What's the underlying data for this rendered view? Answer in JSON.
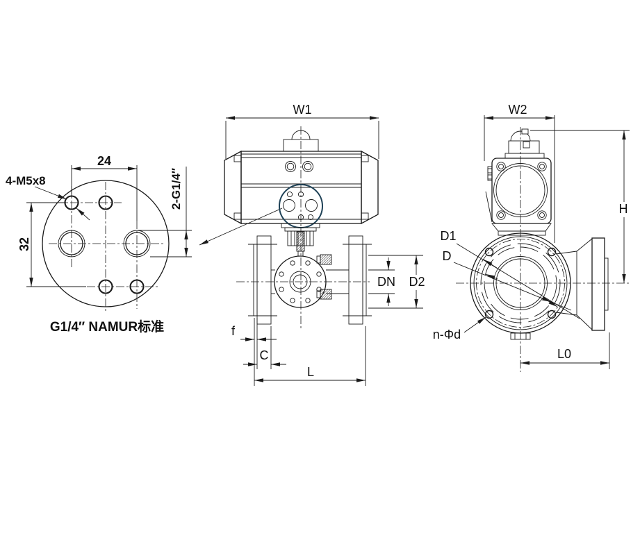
{
  "drawing": {
    "detail_view": {
      "dim_24": "24",
      "dim_32": "32",
      "label_m5": "4-M5x8",
      "label_g14": "2-G1/4″",
      "caption": "G1/4″ NAMUR标准"
    },
    "front_view": {
      "dim_w1": "W1",
      "dim_dn": "DN",
      "dim_d2": "D2",
      "dim_f": "f",
      "dim_c": "C",
      "dim_l": "L"
    },
    "side_view": {
      "dim_w2": "W2",
      "dim_h": "H",
      "dim_d1": "D1",
      "dim_d": "D",
      "label_n_phi_d": "n-Φd",
      "dim_l0": "L0"
    },
    "colors": {
      "line": "#1a1a1a",
      "detail_circle": "#1f4257",
      "background": "#ffffff"
    }
  }
}
